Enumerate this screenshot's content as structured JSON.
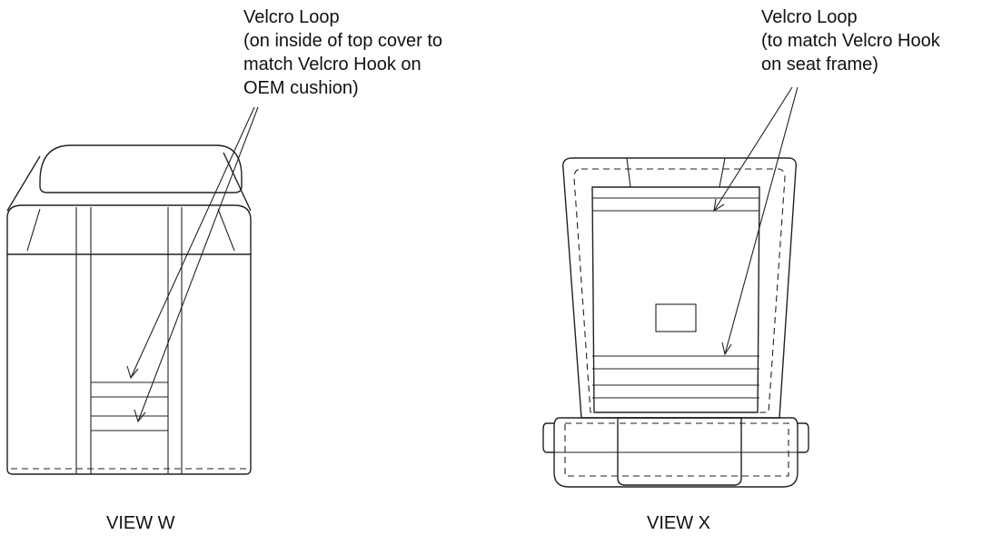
{
  "views": [
    {
      "id": "view-w",
      "label": "VIEW W",
      "callout": {
        "lines": [
          "Velcro Loop",
          "(on inside of top cover to",
          "match Velcro Hook on",
          "OEM cushion)"
        ]
      }
    },
    {
      "id": "view-x",
      "label": "VIEW X",
      "callout": {
        "lines": [
          "Velcro Loop",
          "(to match Velcro Hook",
          "on seat frame)"
        ]
      }
    }
  ],
  "colors": {
    "line": "#222222",
    "background": "#ffffff"
  }
}
